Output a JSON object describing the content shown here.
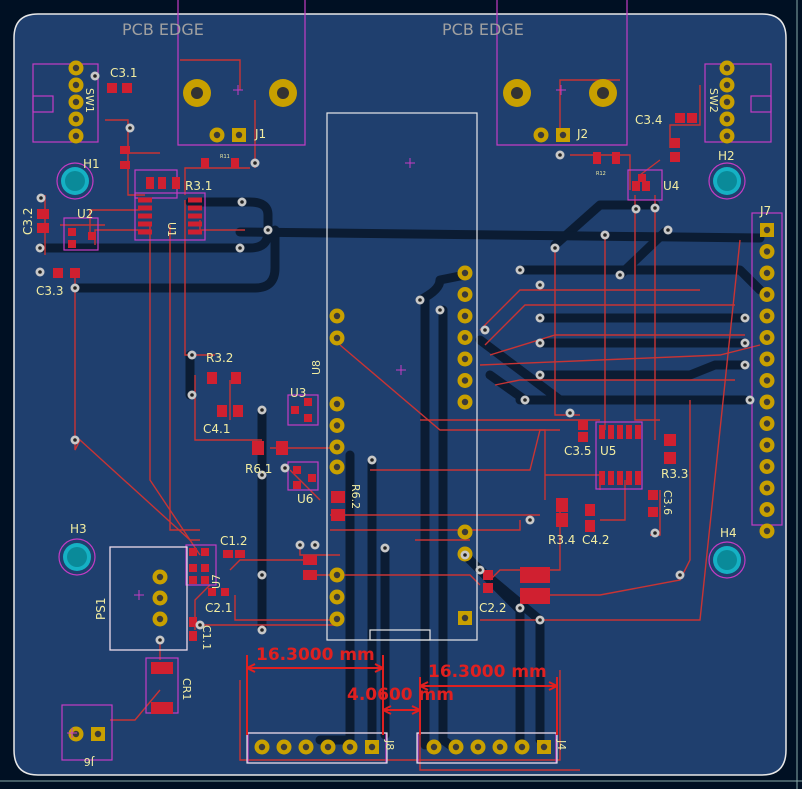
{
  "board": {
    "background": "#001023",
    "copper": "#1f3f6e",
    "edge": "#e8e8e8",
    "trace": "#c83434",
    "trace_back": "#0b1c33",
    "pad": "#c8a000",
    "smd": "#d02030",
    "courtyard": "#c43cc4",
    "silk": "#f2eda1"
  },
  "edge_labels": [
    "PCB EDGE",
    "PCB EDGE"
  ],
  "refs": {
    "sw1": "SW1",
    "sw2": "SW2",
    "c31": "C3.1",
    "c32": "C3.2",
    "c33": "C3.3",
    "c34": "C3.4",
    "c35": "C3.5",
    "c36": "C3.6",
    "h1": "H1",
    "h2": "H2",
    "h3": "H3",
    "h4": "H4",
    "j1": "J1",
    "j2": "J2",
    "j4": "J4",
    "j6": "J6",
    "j7": "J7",
    "j8": "J8",
    "u1": "U1",
    "u2": "U2",
    "u3": "U3",
    "u4": "U4",
    "u5": "U5",
    "u6": "U6",
    "u7": "U7",
    "u8": "U8",
    "r31": "R3.1",
    "r32": "R3.2",
    "r33": "R3.3",
    "r34": "R3.4",
    "r61": "R6.1",
    "r62": "R6.2",
    "r11": "R11",
    "r12": "R12",
    "c41": "C4.1",
    "c42": "C4.2",
    "c11": "C1.1",
    "c12": "C1.2",
    "c21": "C2.1",
    "c22": "C2.2",
    "ps1": "PS1",
    "cr1": "CR1"
  },
  "dimensions": [
    "16.3000 mm",
    "16.3000 mm",
    "4.0600 mm"
  ]
}
